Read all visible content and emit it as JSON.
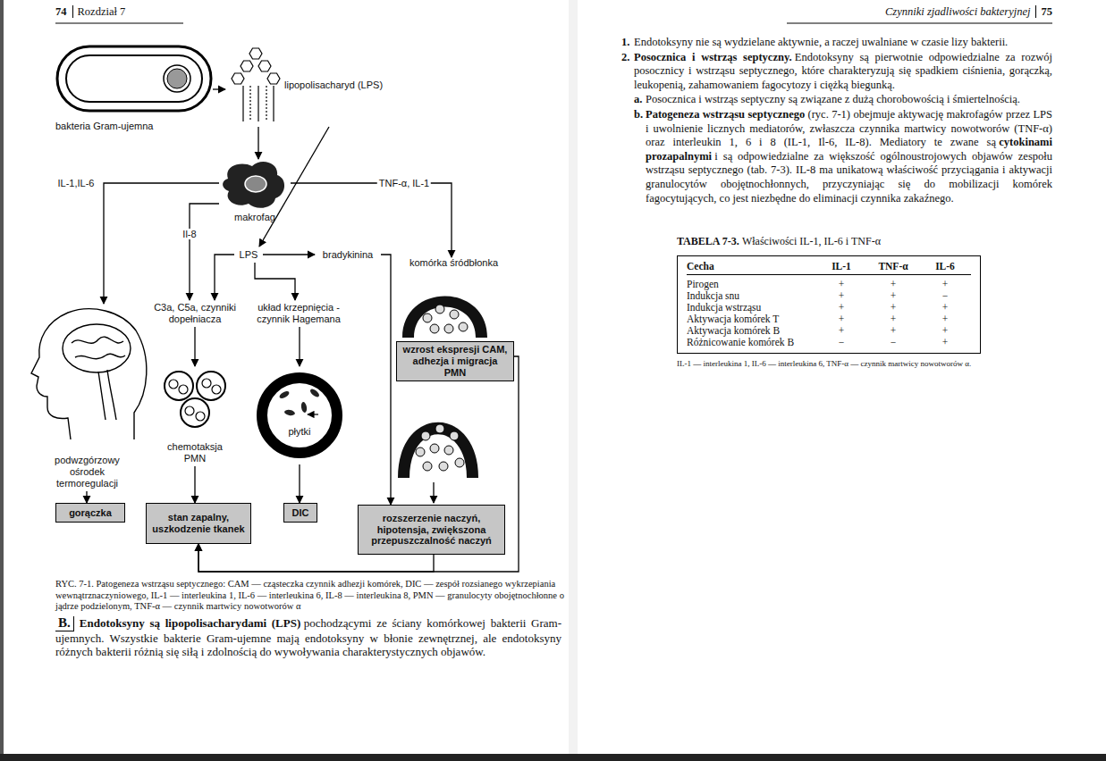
{
  "diagram": {
    "caption": "RYC. 7-1. Patogeneza wstrząsu septycznego: CAM — cząsteczka czynnik adhezji komórek, DIC — zespół rozsianego wykrzepiania wewnątrznaczyniowego, IL-1 — interleukina 1, IL-6 — interleukina 6, IL-8 — interleukina 8, PMN — granulocyty obojętnochłonne o jądrze podzielonym, TNF-α — czynnik martwicy nowotworów α",
    "nodes": [
      {
        "text": [
          "bakteria Gram-ujemna"
        ]
      },
      {
        "text": [
          "lipopolisacharyd (LPS)"
        ]
      },
      {
        "text": [
          "makrofag"
        ]
      },
      {
        "text": [
          "LPS"
        ]
      },
      {
        "text": [
          "bradykinina"
        ]
      },
      {
        "text": [
          "komórka śródbłonka"
        ]
      },
      {
        "text": [
          "C3a, C5a, czynniki dopełniacza"
        ]
      },
      {
        "text": [
          "układ krzepnięcia - czynnik Hagemana"
        ]
      },
      {
        "text": [
          "wzrost ekspresji CAM, adhezja i migracja PMN"
        ]
      },
      {
        "text": [
          "podwzgórzowy ośrodek termoregulacji"
        ]
      },
      {
        "text": [
          "chemotaksja PMN"
        ]
      },
      {
        "text": [
          "płytki"
        ]
      },
      {
        "text": [
          "gorączka"
        ]
      },
      {
        "text": [
          "stan zapalny, uszkodzenie tkanek"
        ]
      },
      {
        "text": [
          "DIC"
        ]
      },
      {
        "text": [
          "rozszerzenie naczyń, hipotensja, zwiększona przepuszczalność naczyń"
        ]
      }
    ],
    "edges": [
      {
        "from": 0,
        "to": 1,
        "arrow": "to"
      },
      {
        "from": 1,
        "to": 2,
        "arrow": "to"
      },
      {
        "from": 2,
        "to": 9,
        "label": "IL-1,IL-6",
        "arrow": "to"
      },
      {
        "from": 2,
        "to": 5,
        "label": "TNF-α, IL-1",
        "arrow": "to"
      },
      {
        "from": 2,
        "to": 6,
        "label": "Il-8",
        "arrow": "to"
      },
      {
        "from": 1,
        "to": 3,
        "arrow": "to"
      },
      {
        "from": 3,
        "to": 4,
        "arrow": "to"
      },
      {
        "from": 3,
        "to": 6,
        "arrow": "to"
      },
      {
        "from": 3,
        "to": 7,
        "arrow": "to"
      },
      {
        "from": 4,
        "to": 15,
        "arrow": "to"
      },
      {
        "from": 6,
        "to": 10,
        "arrow": "to"
      },
      {
        "from": 7,
        "to": 11,
        "arrow": "to"
      },
      {
        "from": 9,
        "to": 12,
        "arrow": "to"
      },
      {
        "from": 10,
        "to": 13,
        "arrow": "to"
      },
      {
        "from": 11,
        "to": 14,
        "arrow": "to"
      },
      {
        "from": 15,
        "to": 13,
        "arrow": "to"
      },
      {
        "from": 8,
        "to": 13,
        "arrow": "to"
      }
    ],
    "labels": [
      "74",
      "Rozdział 7",
      "Czynniki zjadliwości bakteryjnej",
      "75",
      "B.",
      "Endotoksyny są lipopolisacharydami (LPS)",
      "pochodzącymi ze ściany komórkowej bakterii Gram-ujemnych. Wszystkie bakterie Gram-ujemne mają endotoksyny w błonie zewnętrznej, ale endotoksyny różnych bakterii różnią się siłą i zdolnością do wywoływania charakterystycznych objawów.",
      "1.",
      "Endotoksyny nie są wydzielane aktywnie, a raczej uwalniane w czasie lizy bakterii.",
      "2.",
      "Posocznica i wstrząs septyczny.",
      "Endotoksyny są pierwotnie odpowiedzialne za rozwój posocznicy i wstrząsu septycznego, które charakteryzują się spadkiem ciśnienia, gorączką, leukopenią, zahamowaniem fagocytozy i ciężką biegunką.",
      "a.",
      "Posocznica i wstrząs septyczny są związane z dużą chorobowością i śmiertelnością.",
      "b.",
      "Patogeneza wstrząsu septycznego",
      "(ryc. 7-1) obejmuje aktywację makrofagów przez LPS i uwolnienie licznych mediatorów, zwłaszcza czynnika martwicy nowotworów (TNF-α) oraz interleukin 1, 6 i 8 (IL-1, Il-6, IL-8). Mediatory te zwane są",
      "cytokinami prozapalnymi",
      "i są odpowiedzialne za większość ogólnoustrojowych objawów zespołu wstrząsu septycznego (tab. 7-3). IL-8 ma unikatową właściwość przyciągania i aktywacji granulocytów obojętnochłonnych, przyczyniając się do mobilizacji komórek fagocytujących, co jest niezbędne do eliminacji czynnika zakaźnego.",
      "TABELA 7-3.",
      "Właściwości IL-1, IL-6 i TNF-α",
      "Cecha",
      "IL-1",
      "TNF-α",
      "IL-6",
      "Pirogen",
      "+",
      "+",
      "+",
      "Indukcja snu",
      "+",
      "+",
      "−",
      "Indukcja wstrząsu",
      "+",
      "+",
      "+",
      "Aktywacja komórek T",
      "+",
      "+",
      "+",
      "Aktywacja komórek B",
      "+",
      "+",
      "+",
      "Różnicowanie komórek B",
      "−",
      "−",
      "+",
      "IL-1 — interleukina 1, IL-6 — interleukina 6, TNF-α — czynnik martwicy nowotworów α."
    ]
  }
}
